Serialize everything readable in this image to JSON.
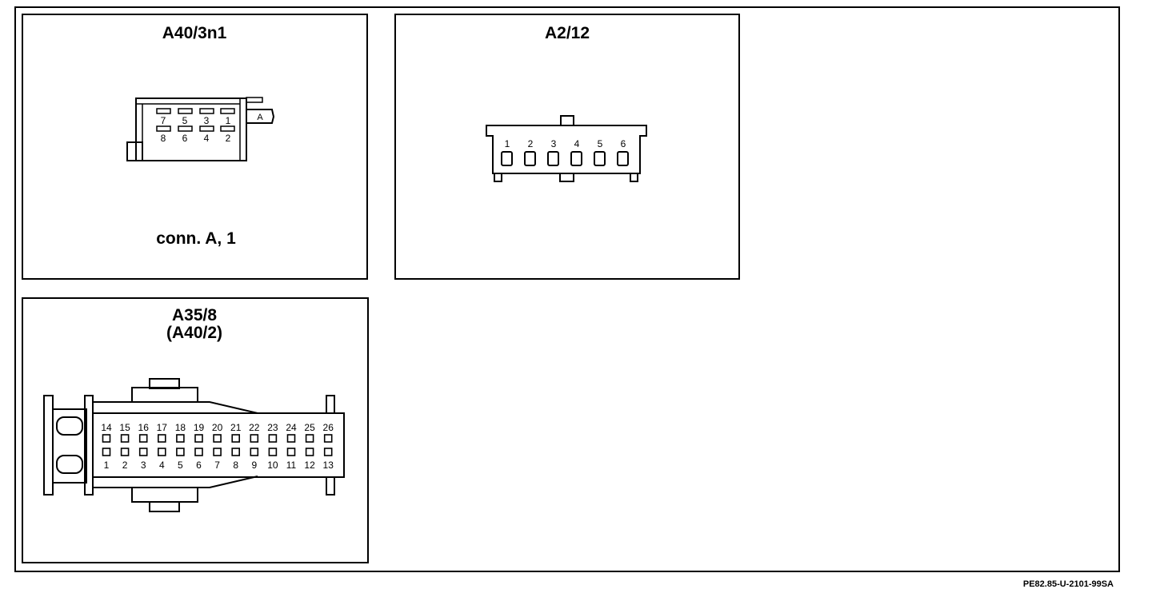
{
  "drawing_ref": "PE82.85-U-2101-99SA",
  "panel_a40_3n1": {
    "title": "A40/3n1",
    "caption": "conn. A, 1",
    "tab_label": "A",
    "pins_top": [
      "7",
      "5",
      "3",
      "1"
    ],
    "pins_bottom": [
      "8",
      "6",
      "4",
      "2"
    ]
  },
  "panel_a2_12": {
    "title": "A2/12",
    "pins": [
      "1",
      "2",
      "3",
      "4",
      "5",
      "6"
    ]
  },
  "panel_a35_8": {
    "title": "A35/8",
    "subtitle": "(A40/2)",
    "pins_top": [
      "14",
      "15",
      "16",
      "17",
      "18",
      "19",
      "20",
      "21",
      "22",
      "23",
      "24",
      "25",
      "26"
    ],
    "pins_bottom": [
      "1",
      "2",
      "3",
      "4",
      "5",
      "6",
      "7",
      "8",
      "9",
      "10",
      "11",
      "12",
      "13"
    ]
  }
}
